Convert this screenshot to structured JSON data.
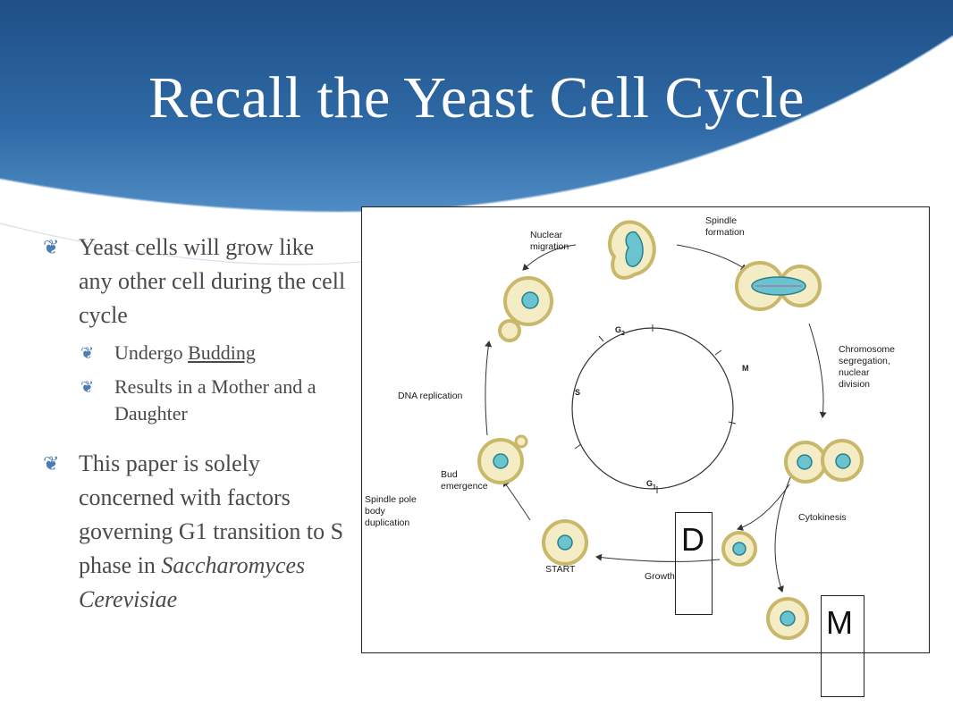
{
  "slide": {
    "title": "Recall the Yeast Cell Cycle"
  },
  "bullets": {
    "b1": "Yeast cells will grow like any other cell during the cell cycle",
    "b1_sub1_prefix": "Undergo ",
    "b1_sub1_link": "Budding",
    "b1_sub2": "Results in a Mother and a Daughter",
    "b2_main": "This paper is solely concerned with factors governing G1 transition to S phase in ",
    "b2_italic": "Saccharomyces Cerevisiae"
  },
  "diagram": {
    "labels": {
      "nuclear_migration_1": "Nuclear",
      "nuclear_migration_2": "migration",
      "spindle_formation_1": "Spindle",
      "spindle_formation_2": "formation",
      "chromosome_1": "Chromosome",
      "chromosome_2": "segregation,",
      "chromosome_3": "nuclear",
      "chromosome_4": "division",
      "dna_replication": "DNA replication",
      "bud_emergence_1": "Bud",
      "bud_emergence_2": "emergence",
      "spb_1": "Spindle pole",
      "spb_2": "body",
      "spb_3": "duplication",
      "start": "START",
      "growth": "Growth",
      "cytokinesis": "Cytokinesis"
    },
    "phases": {
      "g2": "G",
      "g2_sub": "2",
      "m": "M",
      "s": "S",
      "g1": "G",
      "g1_sub": "1"
    },
    "annotations": {
      "daughter": "D",
      "mother": "M"
    }
  }
}
